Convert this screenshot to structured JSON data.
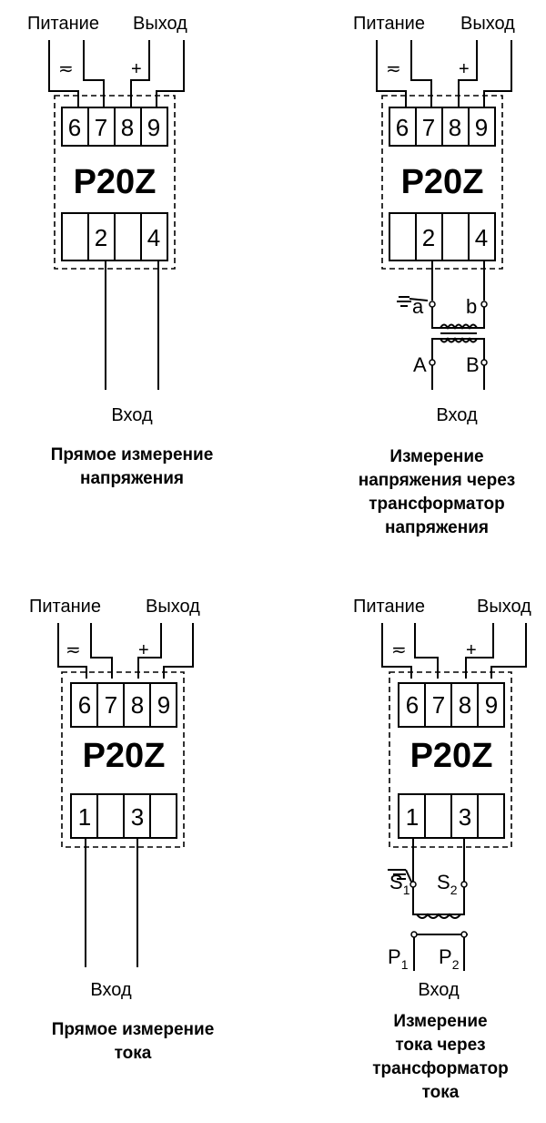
{
  "diagrams": [
    {
      "power_label": "Питание",
      "output_label": "Выход",
      "ac_symbol": "≂",
      "plus_symbol": "+",
      "top_terminals": [
        "6",
        "7",
        "8",
        "9"
      ],
      "model": "P20Z",
      "bottom_terminals": [
        "",
        "2",
        "",
        "4"
      ],
      "input_label": "Вход",
      "caption": [
        "Прямое измерение",
        "напряжения"
      ]
    },
    {
      "power_label": "Питание",
      "output_label": "Выход",
      "ac_symbol": "≂",
      "plus_symbol": "+",
      "top_terminals": [
        "6",
        "7",
        "8",
        "9"
      ],
      "model": "P20Z",
      "bottom_terminals": [
        "",
        "2",
        "",
        "4"
      ],
      "input_label": "Вход",
      "caption": [
        "Измерение",
        "напряжения через",
        "трансформатор",
        "напряжения"
      ],
      "transformer": {
        "sec_left": "a",
        "sec_right": "b",
        "pri_left": "A",
        "pri_right": "B"
      }
    },
    {
      "power_label": "Питание",
      "output_label": "Выход",
      "ac_symbol": "≂",
      "plus_symbol": "+",
      "top_terminals": [
        "6",
        "7",
        "8",
        "9"
      ],
      "model": "P20Z",
      "bottom_terminals": [
        "1",
        "",
        "3",
        ""
      ],
      "input_label": "Вход",
      "caption": [
        "Прямое измерение",
        "тока"
      ]
    },
    {
      "power_label": "Питание",
      "output_label": "Выход",
      "ac_symbol": "≂",
      "plus_symbol": "+",
      "top_terminals": [
        "6",
        "7",
        "8",
        "9"
      ],
      "model": "P20Z",
      "bottom_terminals": [
        "1",
        "",
        "3",
        ""
      ],
      "input_label": "Вход",
      "caption": [
        "Измерение",
        "тока через",
        "трансформатор",
        "тока"
      ],
      "transformer": {
        "sec_left": "S",
        "sec_left_sub": "1",
        "sec_right": "S",
        "sec_right_sub": "2",
        "pri_left": "P",
        "pri_left_sub": "1",
        "pri_right": "P",
        "pri_right_sub": "2"
      }
    }
  ]
}
